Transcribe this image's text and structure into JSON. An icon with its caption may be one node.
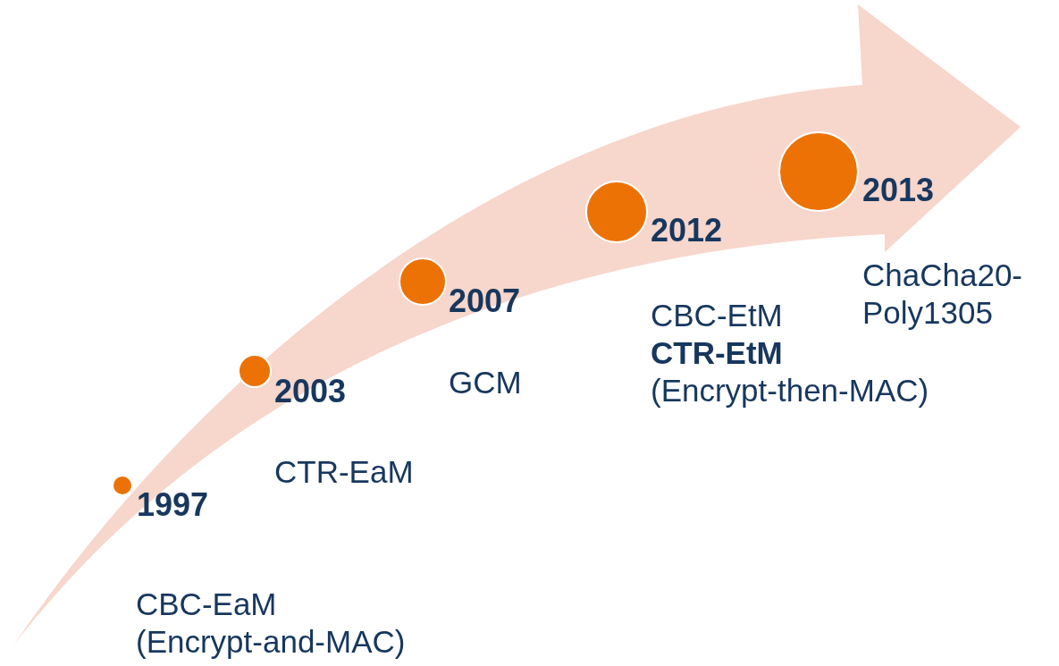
{
  "diagram": {
    "nodes": [
      {
        "text": [],
        "shape": "circle",
        "beside": [
          "1997",
          "CBC-EaM (Encrypt-and-MAC)"
        ]
      },
      {
        "text": [],
        "shape": "circle",
        "beside": [
          "2003",
          "CTR-EaM"
        ]
      },
      {
        "text": [],
        "shape": "circle",
        "beside": [
          "2007",
          "GCM"
        ]
      },
      {
        "text": [],
        "shape": "circle",
        "beside": [
          "2012",
          "CBC-EtM **CTR-EtM** (Encrypt-then-MAC)"
        ]
      },
      {
        "text": [],
        "shape": "circle",
        "beside": [
          "2013",
          "ChaCha20-Poly1305"
        ]
      }
    ]
  }
}
